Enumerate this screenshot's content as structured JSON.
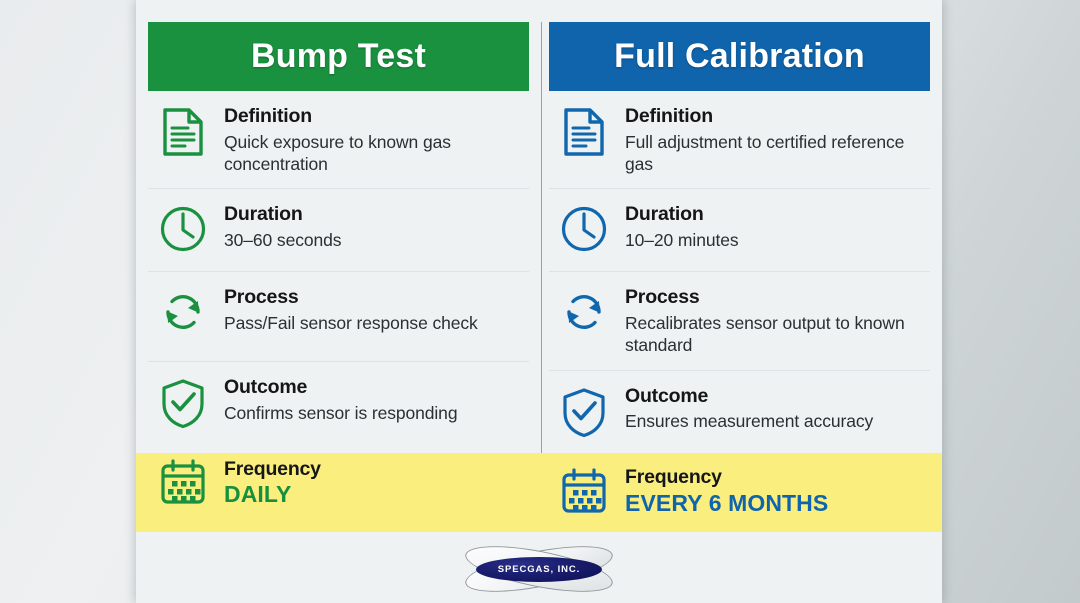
{
  "card": {
    "columns": [
      {
        "id": "bump-test",
        "header": "Bump Test",
        "accent": "#19913F",
        "rows": [
          {
            "icon": "document-icon",
            "label": "Definition",
            "value": "Quick exposure to known gas concentration"
          },
          {
            "icon": "clock-icon",
            "label": "Duration",
            "value": "30–60 seconds"
          },
          {
            "icon": "refresh-icon",
            "label": "Process",
            "value": "Pass/Fail sensor response check"
          },
          {
            "icon": "shield-check-icon",
            "label": "Outcome",
            "value": "Confirms sensor is responding"
          },
          {
            "icon": "calendar-icon",
            "label": "Frequency",
            "value": "DAILY",
            "highlighted": true
          }
        ]
      },
      {
        "id": "full-calibration",
        "header": "Full Calibration",
        "accent": "#0F64AC",
        "rows": [
          {
            "icon": "document-icon",
            "label": "Definition",
            "value": "Full adjustment to certified reference gas"
          },
          {
            "icon": "clock-icon",
            "label": "Duration",
            "value": "10–20 minutes"
          },
          {
            "icon": "refresh-icon",
            "label": "Process",
            "value": "Recalibrates sensor output to known standard"
          },
          {
            "icon": "shield-check-icon",
            "label": "Outcome",
            "value": "Ensures measurement accuracy"
          },
          {
            "icon": "calendar-icon",
            "label": "Frequency",
            "value": "EVERY 6 MONTHS",
            "highlighted": true
          }
        ]
      }
    ],
    "highlight_color": "#FAEE7E",
    "divider_color": "#9aa1a4"
  },
  "logo": {
    "name": "specgas-logo",
    "text": "SPECGAS, INC.",
    "ellipse_color": "#191d6e"
  }
}
